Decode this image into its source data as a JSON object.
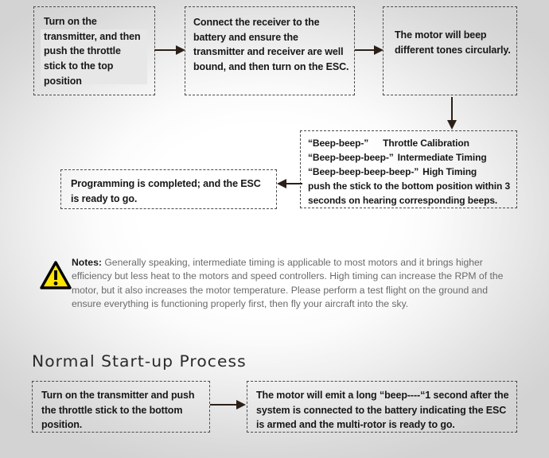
{
  "flow": {
    "steps": [
      {
        "id": "transmitter",
        "text": "Turn on the transmitter, and then push the throttle stick to the top position"
      },
      {
        "id": "receiver",
        "text": "Connect the receiver to the battery and ensure the transmitter and receiver are well bound, and then turn on the ESC."
      },
      {
        "id": "motor-beep",
        "text": "The motor will beep different tones circularly."
      }
    ],
    "beep_list": {
      "rows": [
        {
          "signal": "“Beep-beep-”",
          "meaning": "Throttle Calibration"
        },
        {
          "signal": "“Beep-beep-beep-”",
          "meaning": "Intermediate Timing"
        },
        {
          "signal": "“Beep-beep-beep-beep-”",
          "meaning": "High Timing"
        }
      ],
      "instruction": "push the stick to the bottom position within 3 seconds on hearing corresponding beeps."
    },
    "completion": {
      "text": "Programming is completed; and the ESC is ready to go."
    },
    "arrows": [
      {
        "id": "transmitter-to-receiver",
        "direction": "right"
      },
      {
        "id": "receiver-to-motor-beep",
        "direction": "right"
      },
      {
        "id": "motor-beep-to-beep-list",
        "direction": "down"
      },
      {
        "id": "beep-list-to-completion",
        "direction": "left"
      },
      {
        "id": "startup-a-to-startup-b",
        "direction": "right"
      }
    ]
  },
  "notes": {
    "icon": "warning-triangle-icon",
    "label": "Notes:",
    "body": "Generally speaking, intermediate timing is applicable to most motors and it brings higher efficiency but less heat to the motors and speed controllers. High timing can increase the RPM of the motor, but it also increases the motor temperature. Please perform a test flight on the ground and ensure everything is functioning properly first, then fly your aircraft into the sky.",
    "icon_color": "#FFE400",
    "icon_border_color": "#000000",
    "text_color": "#6a6a6a"
  },
  "startup_section": {
    "heading": "Normal Start-up Process",
    "steps": [
      {
        "id": "startup-a",
        "text": "Turn on the transmitter and push the throttle stick to the bottom position."
      },
      {
        "id": "startup-b",
        "text": "The motor will emit a long “beep----“1 second after the system is connected to the battery indicating the ESC is armed and the multi-rotor is ready to go."
      }
    ]
  },
  "style": {
    "box_border_color": "#4a4a4a",
    "arrow_color": "#2b2018",
    "text_color": "#171717",
    "background_center": "#ffffff",
    "background_edge": "#d3d3d3"
  }
}
